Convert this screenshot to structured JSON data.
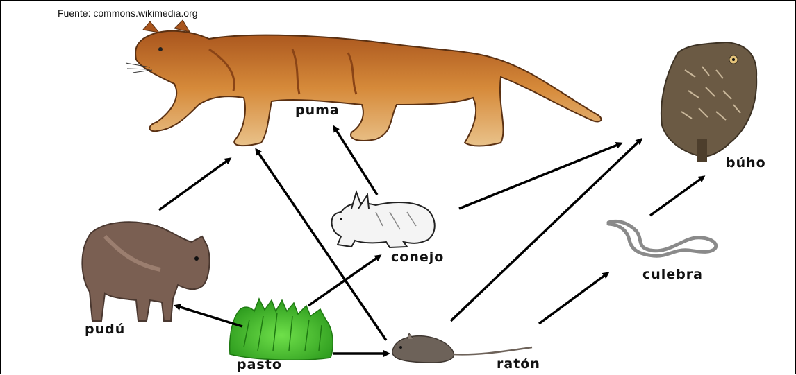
{
  "source": "Fuente: commons.wikimedia.org",
  "nodes": {
    "puma": "puma",
    "buho": "búho",
    "conejo": "conejo",
    "culebra": "culebra",
    "pudu": "pudú",
    "pasto": "pasto",
    "raton": "ratón"
  },
  "colors": {
    "arrow": "#000000",
    "puma_fur": "#c8742a",
    "owl": "#6b5a44",
    "grass": "#3fbf2a",
    "pudu": "#7a5f52",
    "mouse": "#6d6259",
    "snake": "#8a8a8a"
  }
}
